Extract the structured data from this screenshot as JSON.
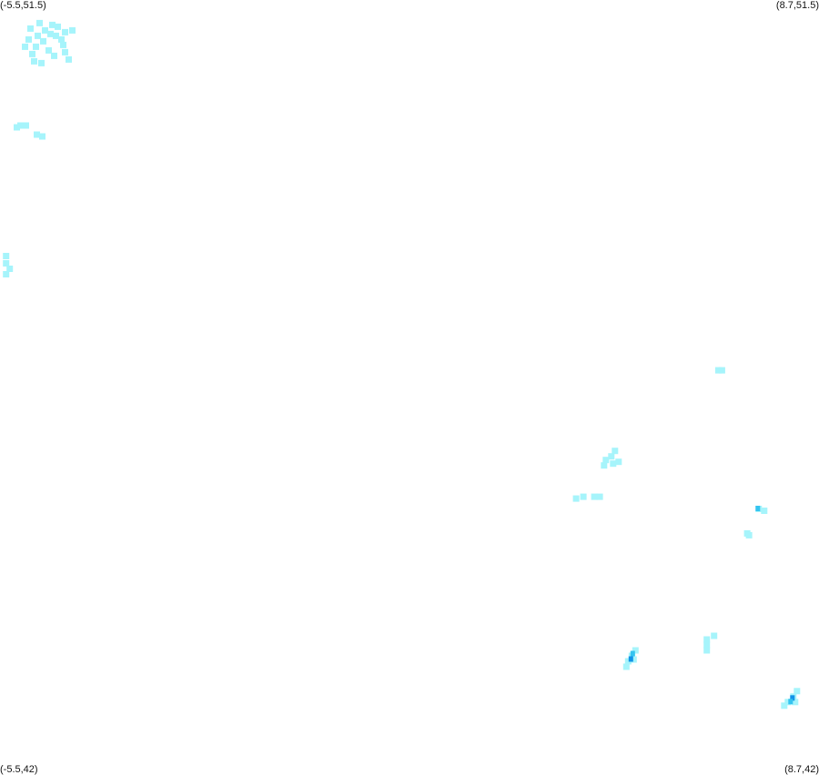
{
  "corners": {
    "top_left": "(-5.5,51.5)",
    "top_right": "(8.7,51.5)",
    "bottom_left": "(-5.5,42)",
    "bottom_right": "(8.7,42)"
  },
  "extent": {
    "lon_min": -5.5,
    "lon_max": 8.7,
    "lat_min": 42,
    "lat_max": 51.5
  },
  "intensity_colors": {
    "light": "#a6f4fb",
    "medium": "#35c4f0",
    "heavy": "#1294e8"
  },
  "clusters": [
    {
      "id": "northwest",
      "lon": -4.9,
      "lat": 51.1,
      "level": "light"
    },
    {
      "id": "west-coast-small",
      "lon": -5.2,
      "lat": 50.0,
      "level": "light"
    },
    {
      "id": "west-edge",
      "lon": -5.45,
      "lat": 48.4,
      "level": "light"
    },
    {
      "id": "east-speck",
      "lon": 6.9,
      "lat": 47.0,
      "level": "light"
    },
    {
      "id": "east-center",
      "lon": 4.95,
      "lat": 45.9,
      "level": "light"
    },
    {
      "id": "east-center-south",
      "lon": 4.75,
      "lat": 45.45,
      "level": "light"
    },
    {
      "id": "far-east-a",
      "lon": 7.6,
      "lat": 45.3,
      "level": "medium"
    },
    {
      "id": "far-east-b",
      "lon": 7.4,
      "lat": 45.0,
      "level": "light"
    },
    {
      "id": "southeast-a",
      "lon": 6.7,
      "lat": 43.7,
      "level": "light"
    },
    {
      "id": "southeast-b",
      "lon": 5.4,
      "lat": 43.5,
      "level": "heavy"
    },
    {
      "id": "southeast-c",
      "lon": 8.2,
      "lat": 43.0,
      "level": "heavy"
    }
  ]
}
